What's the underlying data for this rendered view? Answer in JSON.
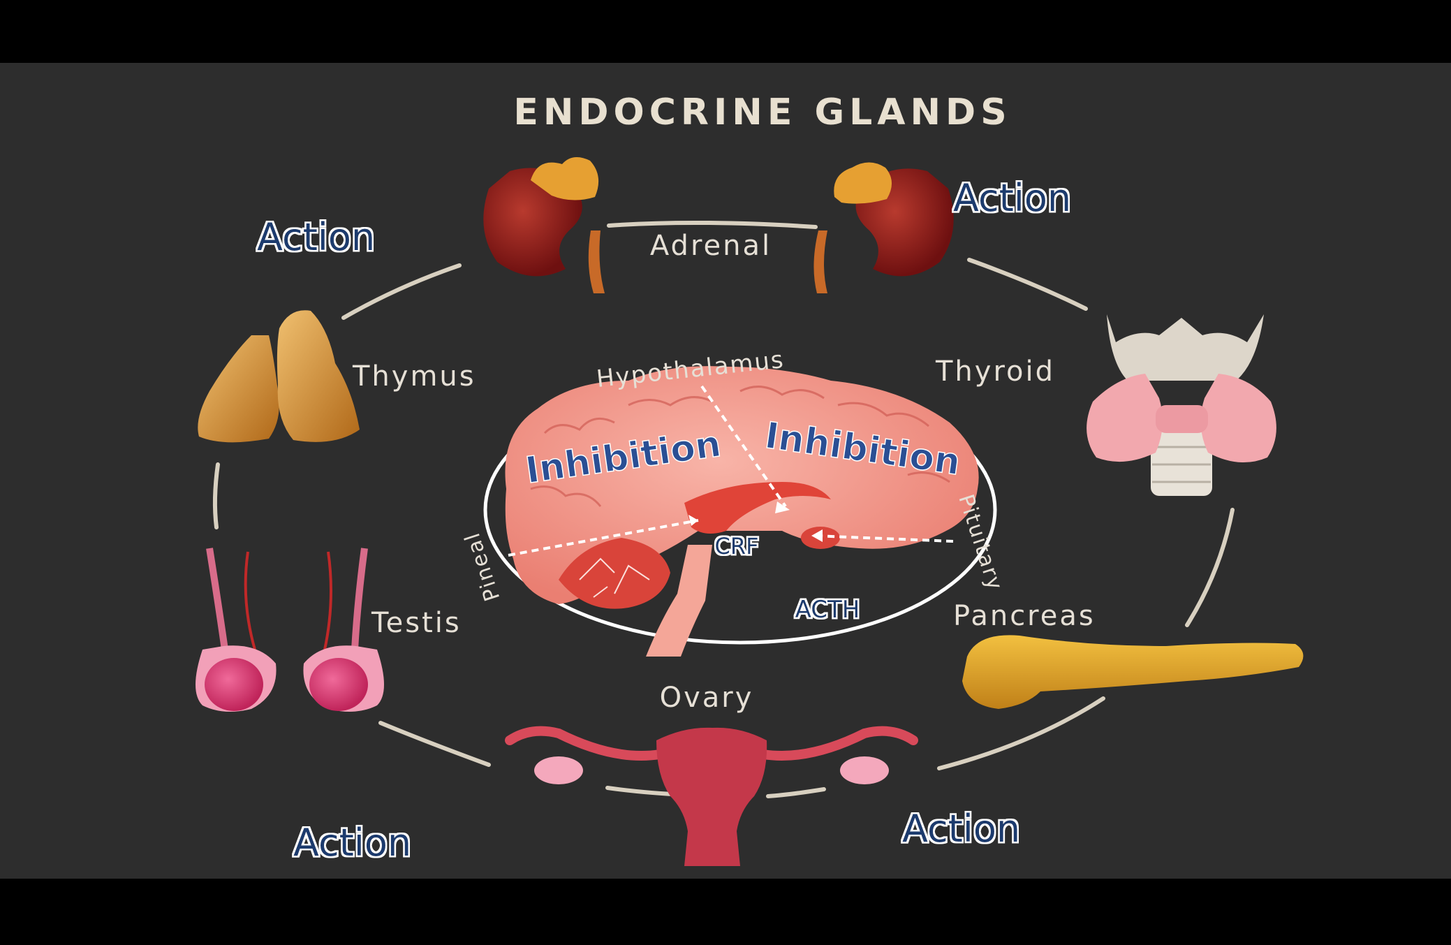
{
  "title": "ENDOCRINE GLANDS",
  "glands": {
    "adrenal": "Adrenal",
    "thymus": "Thymus",
    "thyroid": "Thyroid",
    "testis": "Testis",
    "pancreas": "Pancreas",
    "ovary": "Ovary"
  },
  "brain": {
    "hypothalamus": "Hypothalamus",
    "pituitary": "Pituitary",
    "pineal": "Pineal",
    "inhibition_left": "Inhibition",
    "inhibition_right": "Inhibition",
    "crf": "CRF",
    "acth": "ACTH"
  },
  "action_labels": [
    "Action",
    "Action",
    "Action",
    "Action"
  ],
  "colors": {
    "background": "#2d2d2d",
    "letterbox": "#000000",
    "title": "#e8e0d0",
    "gland_text": "#e6e0d6",
    "circle": "#d8d0c0",
    "action_text": "#1e3a6e",
    "action_glow": "#ffffff",
    "inhibition_text": "#2a4f94",
    "brain_pink": "#f29a8e",
    "brain_red": "#d9443a",
    "adrenal_red": "#8c1a1a",
    "adrenal_cap": "#e6a032",
    "thymus": "#d9952e",
    "thyroid_pink": "#f2a8ae",
    "pancreas": "#e0a02a",
    "ovary": "#c4384a"
  }
}
